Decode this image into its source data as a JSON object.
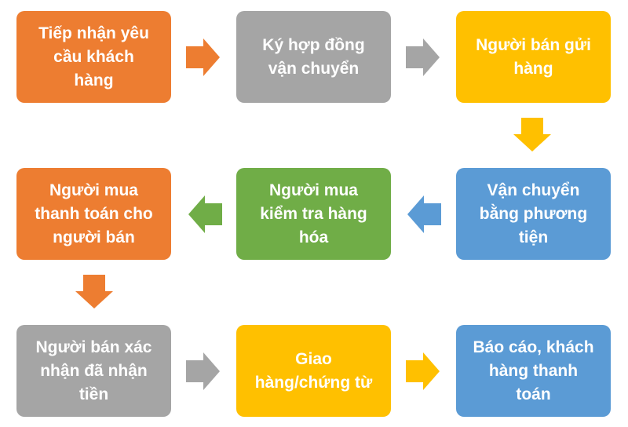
{
  "diagram": {
    "type": "process-flowchart",
    "colors": {
      "orange": "#ED7D31",
      "gray": "#A5A5A5",
      "yellow": "#FFC000",
      "blue": "#5B9BD5",
      "green": "#70AD47"
    },
    "steps": [
      {
        "id": 1,
        "label": "Tiếp nhận yêu\ncầu khách\nhàng",
        "color": "#ED7D31"
      },
      {
        "id": 2,
        "label": "Ký hợp đồng\nvận chuyển",
        "color": "#A5A5A5"
      },
      {
        "id": 3,
        "label": "Người bán gửi\nhàng",
        "color": "#FFC000"
      },
      {
        "id": 4,
        "label": "Vận chuyển\nbằng phương\ntiện",
        "color": "#5B9BD5"
      },
      {
        "id": 5,
        "label": "Người mua\nkiểm tra hàng\nhóa",
        "color": "#70AD47"
      },
      {
        "id": 6,
        "label": "Người mua\nthanh toán cho\nngười bán",
        "color": "#ED7D31"
      },
      {
        "id": 7,
        "label": "Người bán xác\nnhận đã nhận\ntiền",
        "color": "#A5A5A5"
      },
      {
        "id": 8,
        "label": "Giao\nhàng/chứng từ",
        "color": "#FFC000"
      },
      {
        "id": 9,
        "label": "Báo cáo, khách\nhàng thanh\ntoán",
        "color": "#5B9BD5"
      }
    ],
    "arrows": [
      {
        "from": 1,
        "to": 2,
        "direction": "right",
        "color": "#ED7D31"
      },
      {
        "from": 2,
        "to": 3,
        "direction": "right",
        "color": "#A5A5A5"
      },
      {
        "from": 3,
        "to": 4,
        "direction": "down",
        "color": "#FFC000"
      },
      {
        "from": 4,
        "to": 5,
        "direction": "left",
        "color": "#5B9BD5"
      },
      {
        "from": 5,
        "to": 6,
        "direction": "left",
        "color": "#70AD47"
      },
      {
        "from": 6,
        "to": 7,
        "direction": "down",
        "color": "#ED7D31"
      },
      {
        "from": 7,
        "to": 8,
        "direction": "right",
        "color": "#A5A5A5"
      },
      {
        "from": 8,
        "to": 9,
        "direction": "right",
        "color": "#FFC000"
      }
    ]
  }
}
